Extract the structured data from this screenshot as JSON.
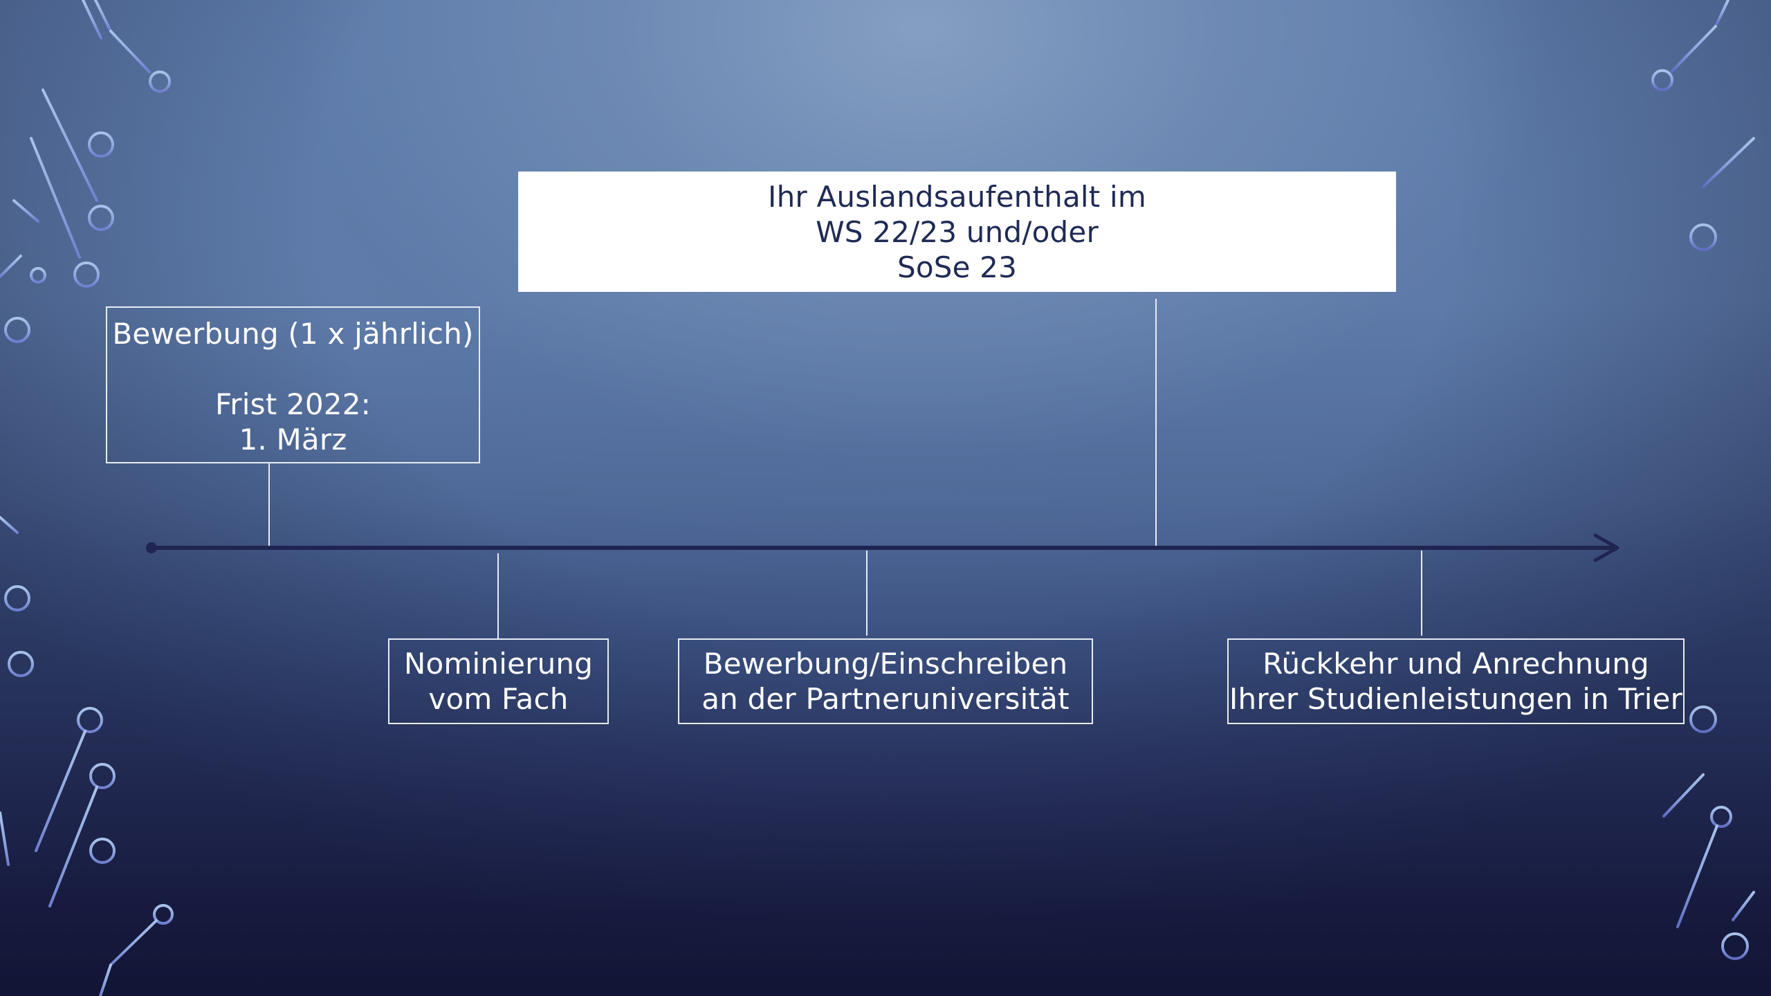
{
  "slide": {
    "title_box": {
      "lines": [
        "Ihr Auslandsaufenthalt im",
        "WS 22/23 und/oder",
        "SoSe 23"
      ]
    },
    "application_box": {
      "line1": "Bewerbung (1 x jährlich)",
      "line2": "Frist 2022:",
      "line3": "1. März"
    },
    "nomination_box": {
      "lines": [
        "Nominierung",
        "vom Fach"
      ]
    },
    "enrolment_box": {
      "lines": [
        "Bewerbung/Einschreiben",
        "an der Partneruniversität"
      ]
    },
    "return_box": {
      "lines": [
        "Rückkehr und Anrechnung",
        "Ihrer Studienleistungen in Trier"
      ]
    }
  },
  "colors": {
    "timeline_arrow": "#1f2550",
    "connector": "#e8ecf4",
    "circuit_light": "#a9c3ea",
    "circuit_dark": "#6f7fd0",
    "top_box_text": "#1f2a55"
  }
}
